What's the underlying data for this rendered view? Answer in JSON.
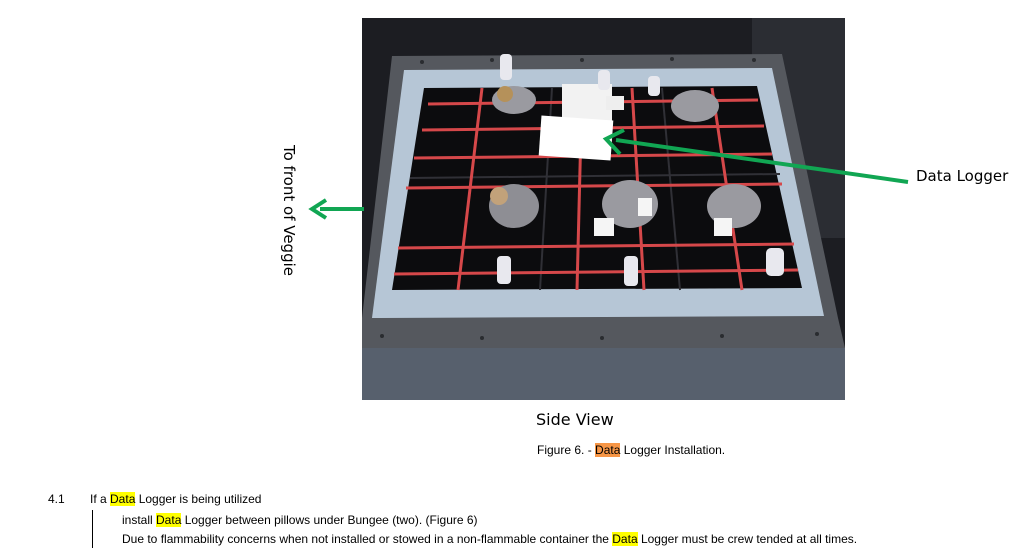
{
  "photo": {
    "side_label": "To front of Veggie",
    "callout_label": "Data Logger",
    "view_title": "Side View",
    "icon": "arrow-icon",
    "colors": {
      "arrow": "#11a653",
      "highlight": "#ffff00",
      "highlight_caption": "#f79646"
    }
  },
  "caption": {
    "prefix": "Figure 6. - ",
    "highlight": "Data",
    "suffix": " Logger Installation."
  },
  "step": {
    "number": "4.1",
    "head_prefix": "If a ",
    "head_highlight": "Data",
    "head_suffix": " Logger is being utilized",
    "line1_prefix": "install ",
    "line1_highlight": "Data",
    "line1_suffix": " Logger between pillows under Bungee (two). (Figure 6)",
    "line2_prefix": "Due to flammability concerns when not installed or stowed in a non-flammable container the ",
    "line2_highlight": "Data",
    "line2_suffix": " Logger must be crew tended at all times."
  }
}
